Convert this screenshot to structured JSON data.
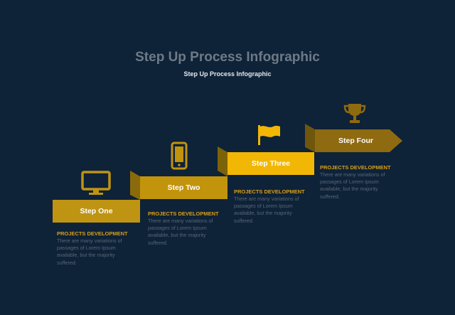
{
  "title": "Step Up Process Infographic",
  "subtitle": "Step Up Process Infographic",
  "colors": {
    "background": "#0e2238",
    "step1": "#bf9413",
    "step2": "#c2940c",
    "step3": "#f2b705",
    "step4": "#8e6a10",
    "heading": "#d99f16"
  },
  "steps": [
    {
      "label": "Step One",
      "icon": "monitor-icon",
      "heading": "PROJECTS DEVELOPMENT",
      "body": "There are many variations of passages of Lorem Ipsum available, but the majority suffered."
    },
    {
      "label": "Step Two",
      "icon": "smartphone-icon",
      "heading": "PROJECTS DEVELOPMENT",
      "body": "There are many variations of passages of Lorem Ipsum available, but the majority suffered."
    },
    {
      "label": "Step Three",
      "icon": "flag-icon",
      "heading": "PROJECTS DEVELOPMENT",
      "body": "There are many variations of passages of Lorem Ipsum available, but the majority suffered."
    },
    {
      "label": "Step Four",
      "icon": "trophy-icon",
      "heading": "PROJECTS DEVELOPMENT",
      "body": "There are many variations of passages of Lorem Ipsum available, but the majority suffered."
    }
  ]
}
